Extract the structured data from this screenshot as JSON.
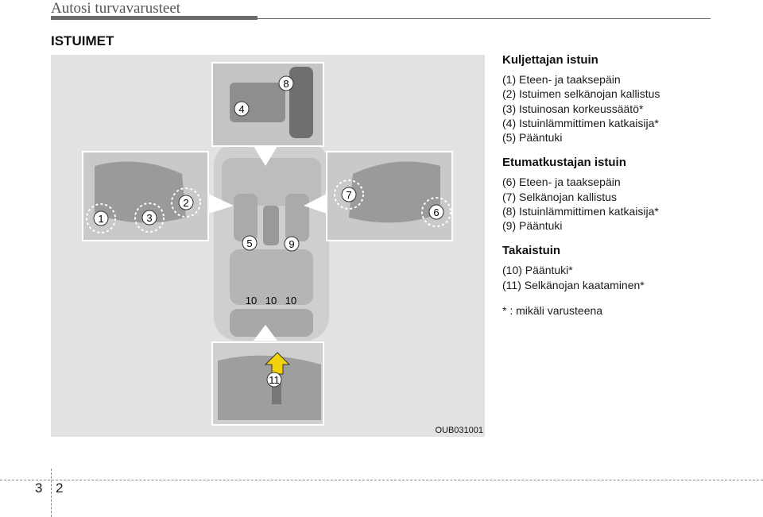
{
  "header": {
    "title": "Autosi turvavarusteet"
  },
  "section": {
    "title": "ISTUIMET"
  },
  "figure": {
    "code": "OUB031001",
    "callouts": [
      "1",
      "2",
      "3",
      "4",
      "5",
      "6",
      "7",
      "8",
      "9",
      "10",
      "10",
      "10",
      "11"
    ]
  },
  "driver": {
    "heading": "Kuljettajan istuin",
    "items": [
      "(1) Eteen- ja taaksepäin",
      "(2) Istuimen selkänojan kallistus",
      "(3) Istuinosan korkeussäätö*",
      "(4) Istuinlämmittimen katkaisija*",
      "(5) Pääntuki"
    ]
  },
  "passenger": {
    "heading": "Etumatkustajan istuin",
    "items": [
      "(6) Eteen- ja taaksepäin",
      "(7) Selkänojan kallistus",
      "(8) Istuinlämmittimen katkaisija*",
      "(9) Pääntuki"
    ]
  },
  "rear": {
    "heading": "Takaistuin",
    "items": [
      "(10) Pääntuki*",
      "(11) Selkänojan kaataminen*"
    ]
  },
  "note": "* : mikäli varusteena",
  "footer": {
    "chapter": "3",
    "page": "2"
  }
}
